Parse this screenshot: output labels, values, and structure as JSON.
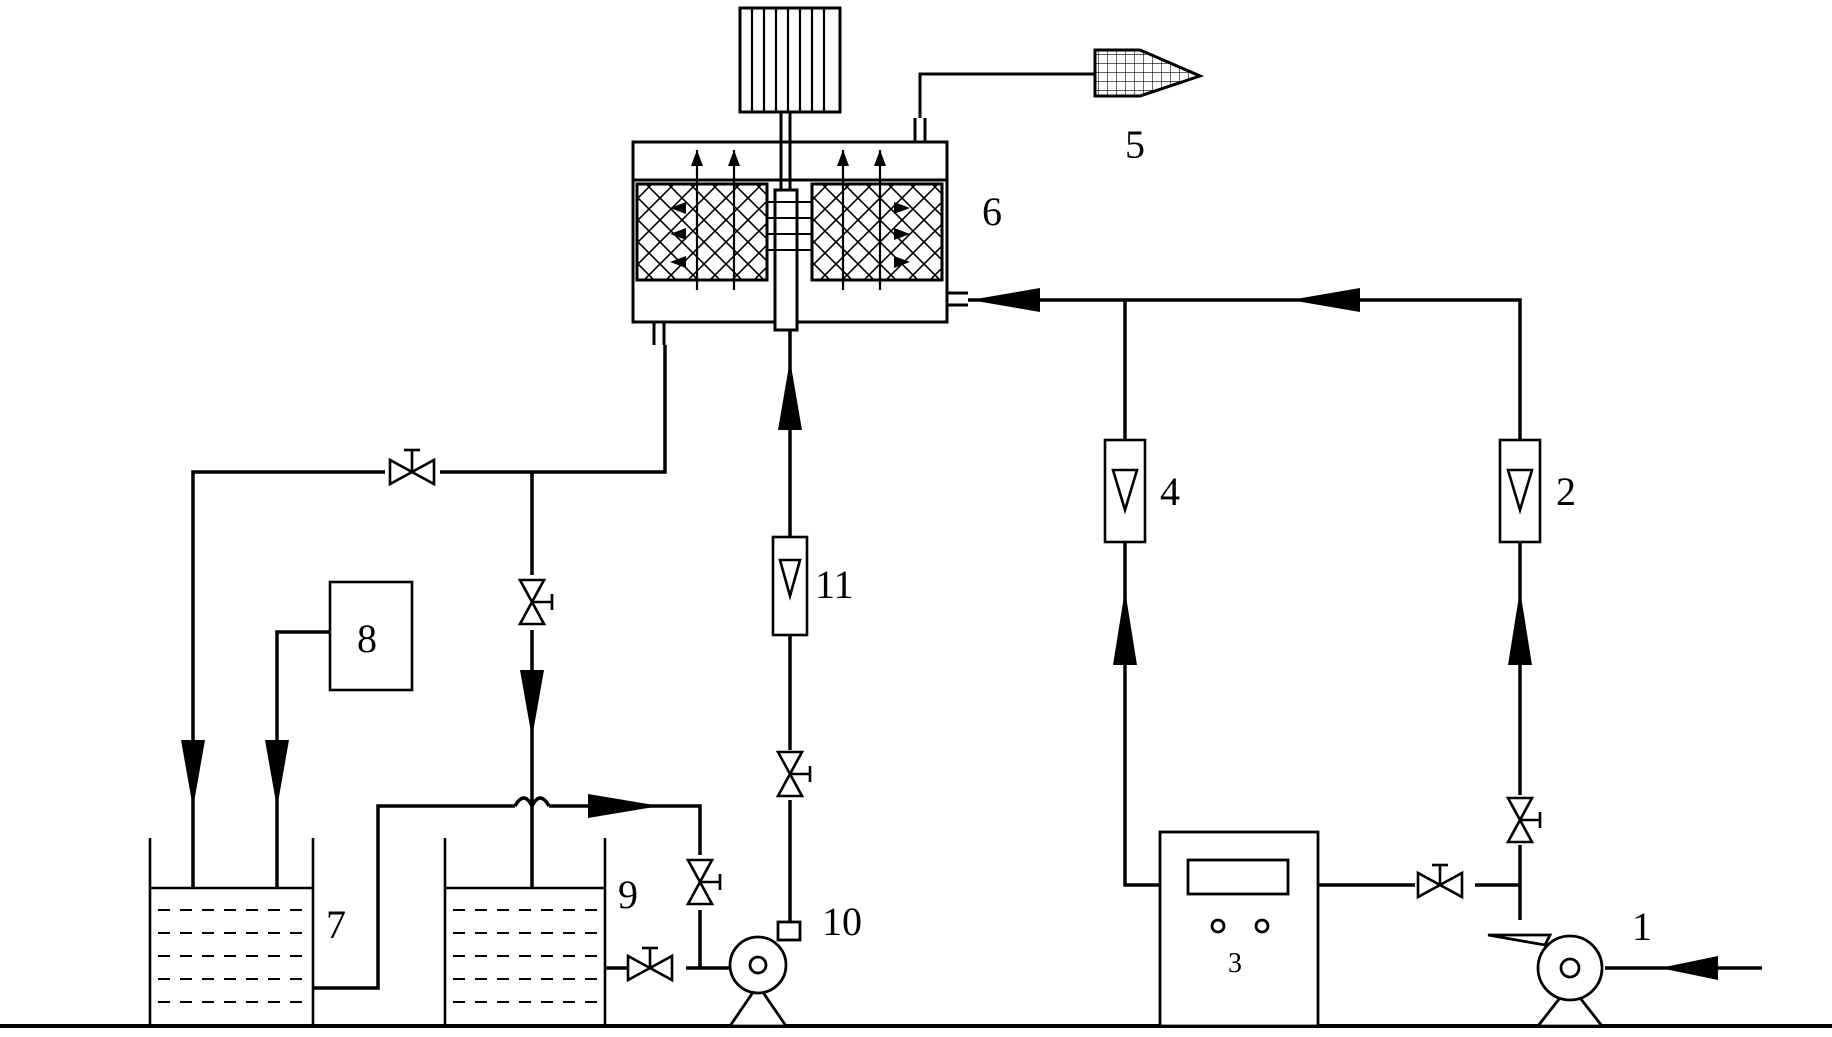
{
  "diagram": {
    "colors": {
      "line": "#000000",
      "background": "#ffffff"
    },
    "labels": {
      "pump_1": "1",
      "flowmeter_2": "2",
      "controller_3": "3",
      "flowmeter_4": "4",
      "outlet_5": "5",
      "reactor_6": "6",
      "tank_7": "7",
      "dosing_tank_8": "8",
      "tank_9": "9",
      "pump_10": "10",
      "flowmeter_11": "11"
    }
  }
}
